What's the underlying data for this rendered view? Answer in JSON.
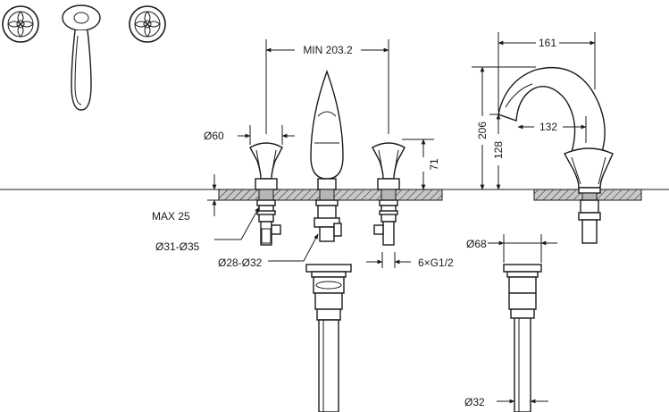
{
  "dimensions": {
    "min_spacing": "MIN 203.2",
    "spout_reach": "161",
    "spout_height": "206",
    "spout_outlet_height": "128",
    "spout_projection": "132",
    "handle_diameter": "Ø60",
    "handle_height": "71",
    "max_deck": "MAX 25",
    "hole_range_1": "Ø31-Ø35",
    "hole_range_2": "Ø28-Ø32",
    "inlet_thread": "6×G1/2",
    "drain_diameter_top": "Ø68",
    "drain_diameter_bottom": "Ø32"
  },
  "colors": {
    "line": "#1a1a1a",
    "shade": "#b5b5b5",
    "background": "#ffffff"
  }
}
